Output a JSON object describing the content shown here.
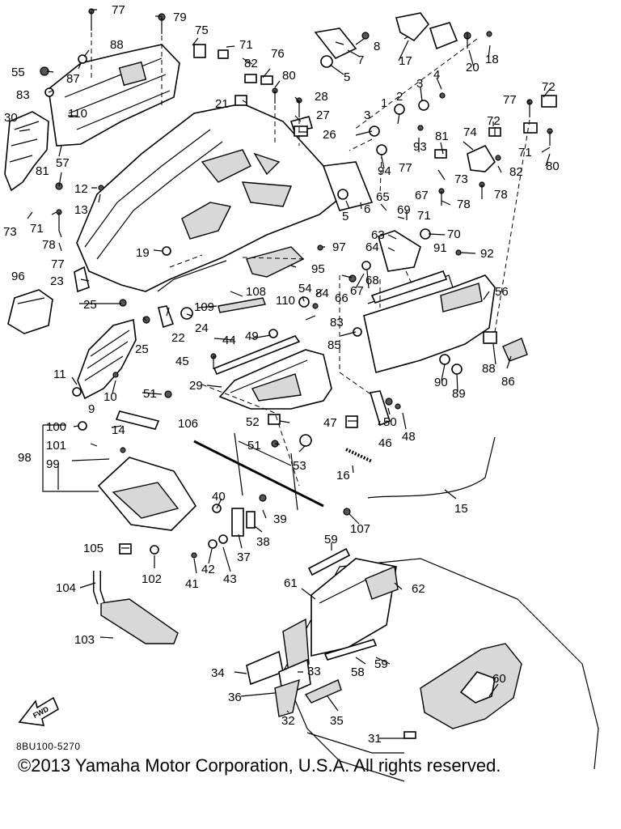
{
  "diagram_code": "8BU100-5270",
  "copyright": "©2013 Yamaha Motor Corporation, U.S.A. All rights reserved.",
  "fwd_label": "FWD",
  "callouts": [
    "1",
    "2",
    "3",
    "4",
    "5",
    "6",
    "7",
    "8",
    "9",
    "10",
    "11",
    "12",
    "13",
    "14",
    "15",
    "16",
    "17",
    "18",
    "19",
    "20",
    "21",
    "22",
    "23",
    "24",
    "25",
    "26",
    "27",
    "28",
    "29",
    "30",
    "31",
    "32",
    "33",
    "34",
    "35",
    "36",
    "37",
    "38",
    "39",
    "40",
    "41",
    "42",
    "43",
    "44",
    "45",
    "46",
    "47",
    "48",
    "49",
    "50",
    "51",
    "52",
    "53",
    "54",
    "55",
    "56",
    "57",
    "58",
    "59",
    "60",
    "61",
    "62",
    "63",
    "64",
    "65",
    "66",
    "67",
    "68",
    "69",
    "70",
    "71",
    "72",
    "73",
    "74",
    "75",
    "76",
    "77",
    "78",
    "79",
    "80",
    "81",
    "82",
    "83",
    "84",
    "85",
    "86",
    "87",
    "88",
    "89",
    "90",
    "91",
    "92",
    "93",
    "94",
    "95",
    "96",
    "97",
    "98",
    "99",
    "100",
    "101",
    "102",
    "103",
    "104",
    "105",
    "106",
    "107",
    "108",
    "109",
    "110"
  ]
}
